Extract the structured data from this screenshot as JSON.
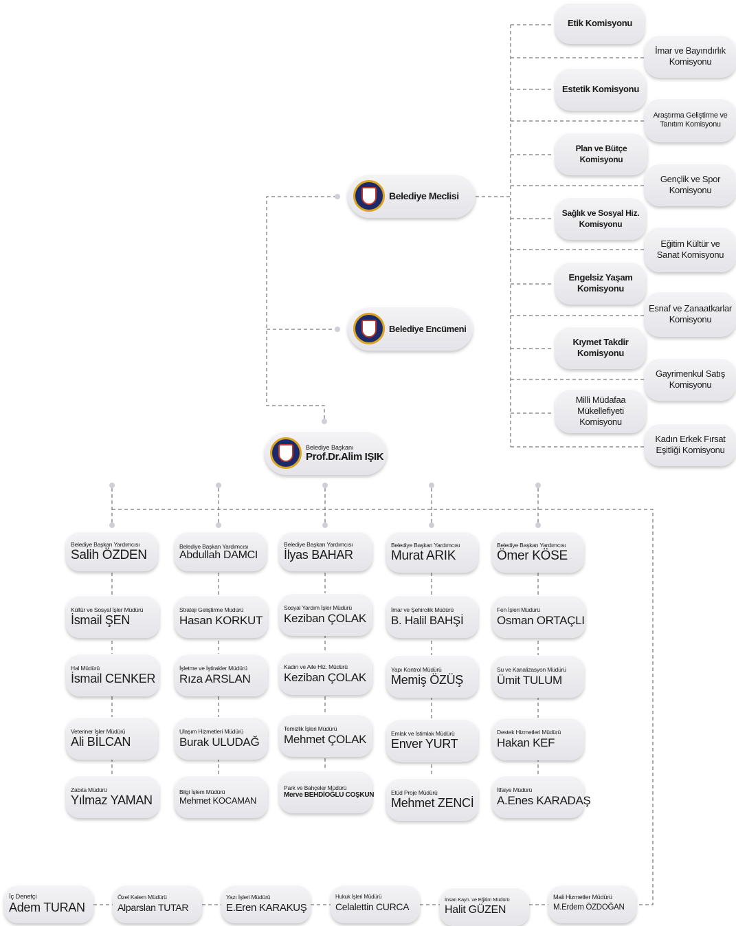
{
  "council": {
    "meclis_label": "Belediye Meclisi",
    "encumen_label": "Belediye Encümeni",
    "commissions": [
      "Etik Komisyonu",
      "İmar ve Bayındırlık Komisyonu",
      "Estetik Komisyonu",
      "Araştırma Geliştirme ve Tanıtım Komisyonu",
      "Plan ve Bütçe Komisyonu",
      "Gençlik ve Spor Komisyonu",
      "Sağlık ve Sosyal Hiz. Komisyonu",
      "Eğitim Kültür ve Sanat Komisyonu",
      "Engelsiz Yaşam Komisyonu",
      "Esnaf ve Zanaatkarlar Komisyonu",
      "Kıymet Takdir Komisyonu",
      "Gayrimenkul Satış Komisyonu",
      "Milli Müdafaa Mükellefiyeti Komisyonu",
      "Kadın Erkek Fırsat Eşitliği Komisyonu"
    ]
  },
  "mayor": {
    "role": "Belediye Başkanı",
    "name": "Prof.Dr.Alim IŞIK"
  },
  "deputies": [
    {
      "role": "Belediye Başkan Yardımcısı",
      "name": "Salih ÖZDEN",
      "directors": [
        {
          "role": "Kültür ve Sosyal İşler Müdürü",
          "name": "İsmail ŞEN"
        },
        {
          "role": "Hal Müdürü",
          "name": "İsmail CENKER"
        },
        {
          "role": "Veteriner İşler Müdürü",
          "name": "Ali BİLCAN"
        },
        {
          "role": "Zabıta Müdürü",
          "name": "Yılmaz YAMAN"
        }
      ]
    },
    {
      "role": "Belediye Başkan Yardımcısı",
      "name": "Abdullah DAMCI",
      "directors": [
        {
          "role": "Strateji Geliştirme Müdürü",
          "name": "Hasan KORKUT"
        },
        {
          "role": "İşletme ve İştirakler Müdürü",
          "name": "Rıza ARSLAN"
        },
        {
          "role": "Ulaşım Hizmetleri Müdürü",
          "name": "Burak ULUDAĞ"
        },
        {
          "role": "Bilgi İşlem Müdürü",
          "name": "Mehmet KOCAMAN"
        }
      ]
    },
    {
      "role": "Belediye Başkan Yardımcısı",
      "name": "İlyas BAHAR",
      "directors": [
        {
          "role": "Sosyal Yardım İşler Müdürü",
          "name": "Keziban ÇOLAK"
        },
        {
          "role": "Kadın ve Aile Hiz. Müdürü",
          "name": "Keziban ÇOLAK"
        },
        {
          "role": "Temizlik İşleri Müdürü",
          "name": "Mehmet ÇOLAK"
        },
        {
          "role": "Park ve Bahçeler Müdürü",
          "name": "Merve BEHDİOĞLU COŞKUN"
        }
      ]
    },
    {
      "role": "Belediye Başkan Yardımcısı",
      "name": "Murat ARIK",
      "directors": [
        {
          "role": "İmar ve Şehircilik Müdürü",
          "name": "B. Halil BAHŞİ"
        },
        {
          "role": "Yapı Kontrol Müdürü",
          "name": "Memiş ÖZÜŞ"
        },
        {
          "role": "Emlak ve İstimlak Müdürü",
          "name": "Enver YURT"
        },
        {
          "role": "Etüd Proje Müdürü",
          "name": "Mehmet ZENCİ"
        }
      ]
    },
    {
      "role": "Belediye Başkan Yardımcısı",
      "name": "Ömer KÖSE",
      "directors": [
        {
          "role": "Fen İşleri Müdürü",
          "name": "Osman ORTAÇLI"
        },
        {
          "role": "Su ve Kanalizasyon Müdürü",
          "name": "Ümit TULUM"
        },
        {
          "role": "Destek Hizmetleri Müdürü",
          "name": "Hakan KEF"
        },
        {
          "role": "İtfaiye Müdürü",
          "name": "A.Enes KARADAŞ"
        }
      ]
    }
  ],
  "bottom_row": [
    {
      "role": "İç Denetçi",
      "name": "Adem TURAN"
    },
    {
      "role": "Özel Kalem Müdürü",
      "name": "Alparslan TUTAR"
    },
    {
      "role": "Yazı İşleri Müdürü",
      "name": "E.Eren KARAKUŞ"
    },
    {
      "role": "Hukuk İşleri Müdürü",
      "name": "Celalettin CURCA"
    },
    {
      "role": "İnsan Kayn. ve Eğitim Müdürü",
      "name": "Halit GÜZEN"
    },
    {
      "role": "Mali Hizmetler Müdürü",
      "name": "M.Erdem ÖZDOĞAN"
    }
  ],
  "colors": {
    "pill_top": "#f4f4f6",
    "pill_bottom": "#e4e4e9",
    "line": "#555555",
    "dot": "#cfd0d6",
    "emblem_blue": "#1c2a6b",
    "emblem_gold": "#d9a520"
  }
}
